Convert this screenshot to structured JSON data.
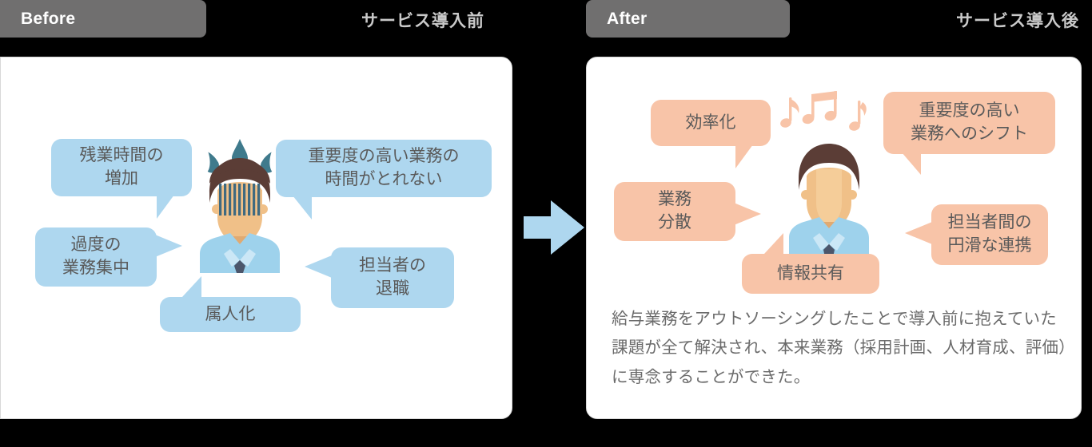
{
  "header": {
    "before": {
      "tab_label": "Before",
      "caption": "サービス導入前"
    },
    "after": {
      "tab_label": "After",
      "caption": "サービス導入後"
    }
  },
  "colors": {
    "background": "#000000",
    "tab": "#706f6f",
    "caption_text": "#c9c9c9",
    "panel": "#ffffff",
    "panel_border": "#d8d8d8",
    "bubble_before": "#aed7ef",
    "bubble_after": "#f8c4a8",
    "bubble_text": "#5a5a5a",
    "arrow": "#aed7ef",
    "body_text": "#6b6b6b",
    "hair": "#5b3d36",
    "skin": "#f0c088",
    "shirt": "#9ed2ec",
    "tie": "#4c566b",
    "sweat": "#3f7a8c"
  },
  "before_panel": {
    "person": "stressed-office-worker",
    "bubbles": [
      {
        "id": "overtime-increase",
        "text": "残業時間の\n増加"
      },
      {
        "id": "no-time-for-high-priority",
        "text": "重要度の高い業務の\n時間がとれない"
      },
      {
        "id": "excessive-workload",
        "text": "過度の\n業務集中"
      },
      {
        "id": "staff-resignation",
        "text": "担当者の\n退職"
      },
      {
        "id": "personalization",
        "text": "属人化"
      }
    ]
  },
  "after_panel": {
    "person": "relieved-office-worker",
    "music_notes": 3,
    "bubbles": [
      {
        "id": "efficiency",
        "text": "効率化"
      },
      {
        "id": "shift-to-high-value",
        "text": "重要度の高い\n業務へのシフト"
      },
      {
        "id": "work-distribution",
        "text": "業務\n分散"
      },
      {
        "id": "smooth-coordination",
        "text": "担当者間の\n円滑な連携"
      },
      {
        "id": "information-sharing",
        "text": "情報共有"
      }
    ],
    "description": "給与業務をアウトソーシングしたことで導入前に抱えていた課題が全て解決され、本来業務（採用計画、人材育成、評価）に専念することができた。"
  }
}
